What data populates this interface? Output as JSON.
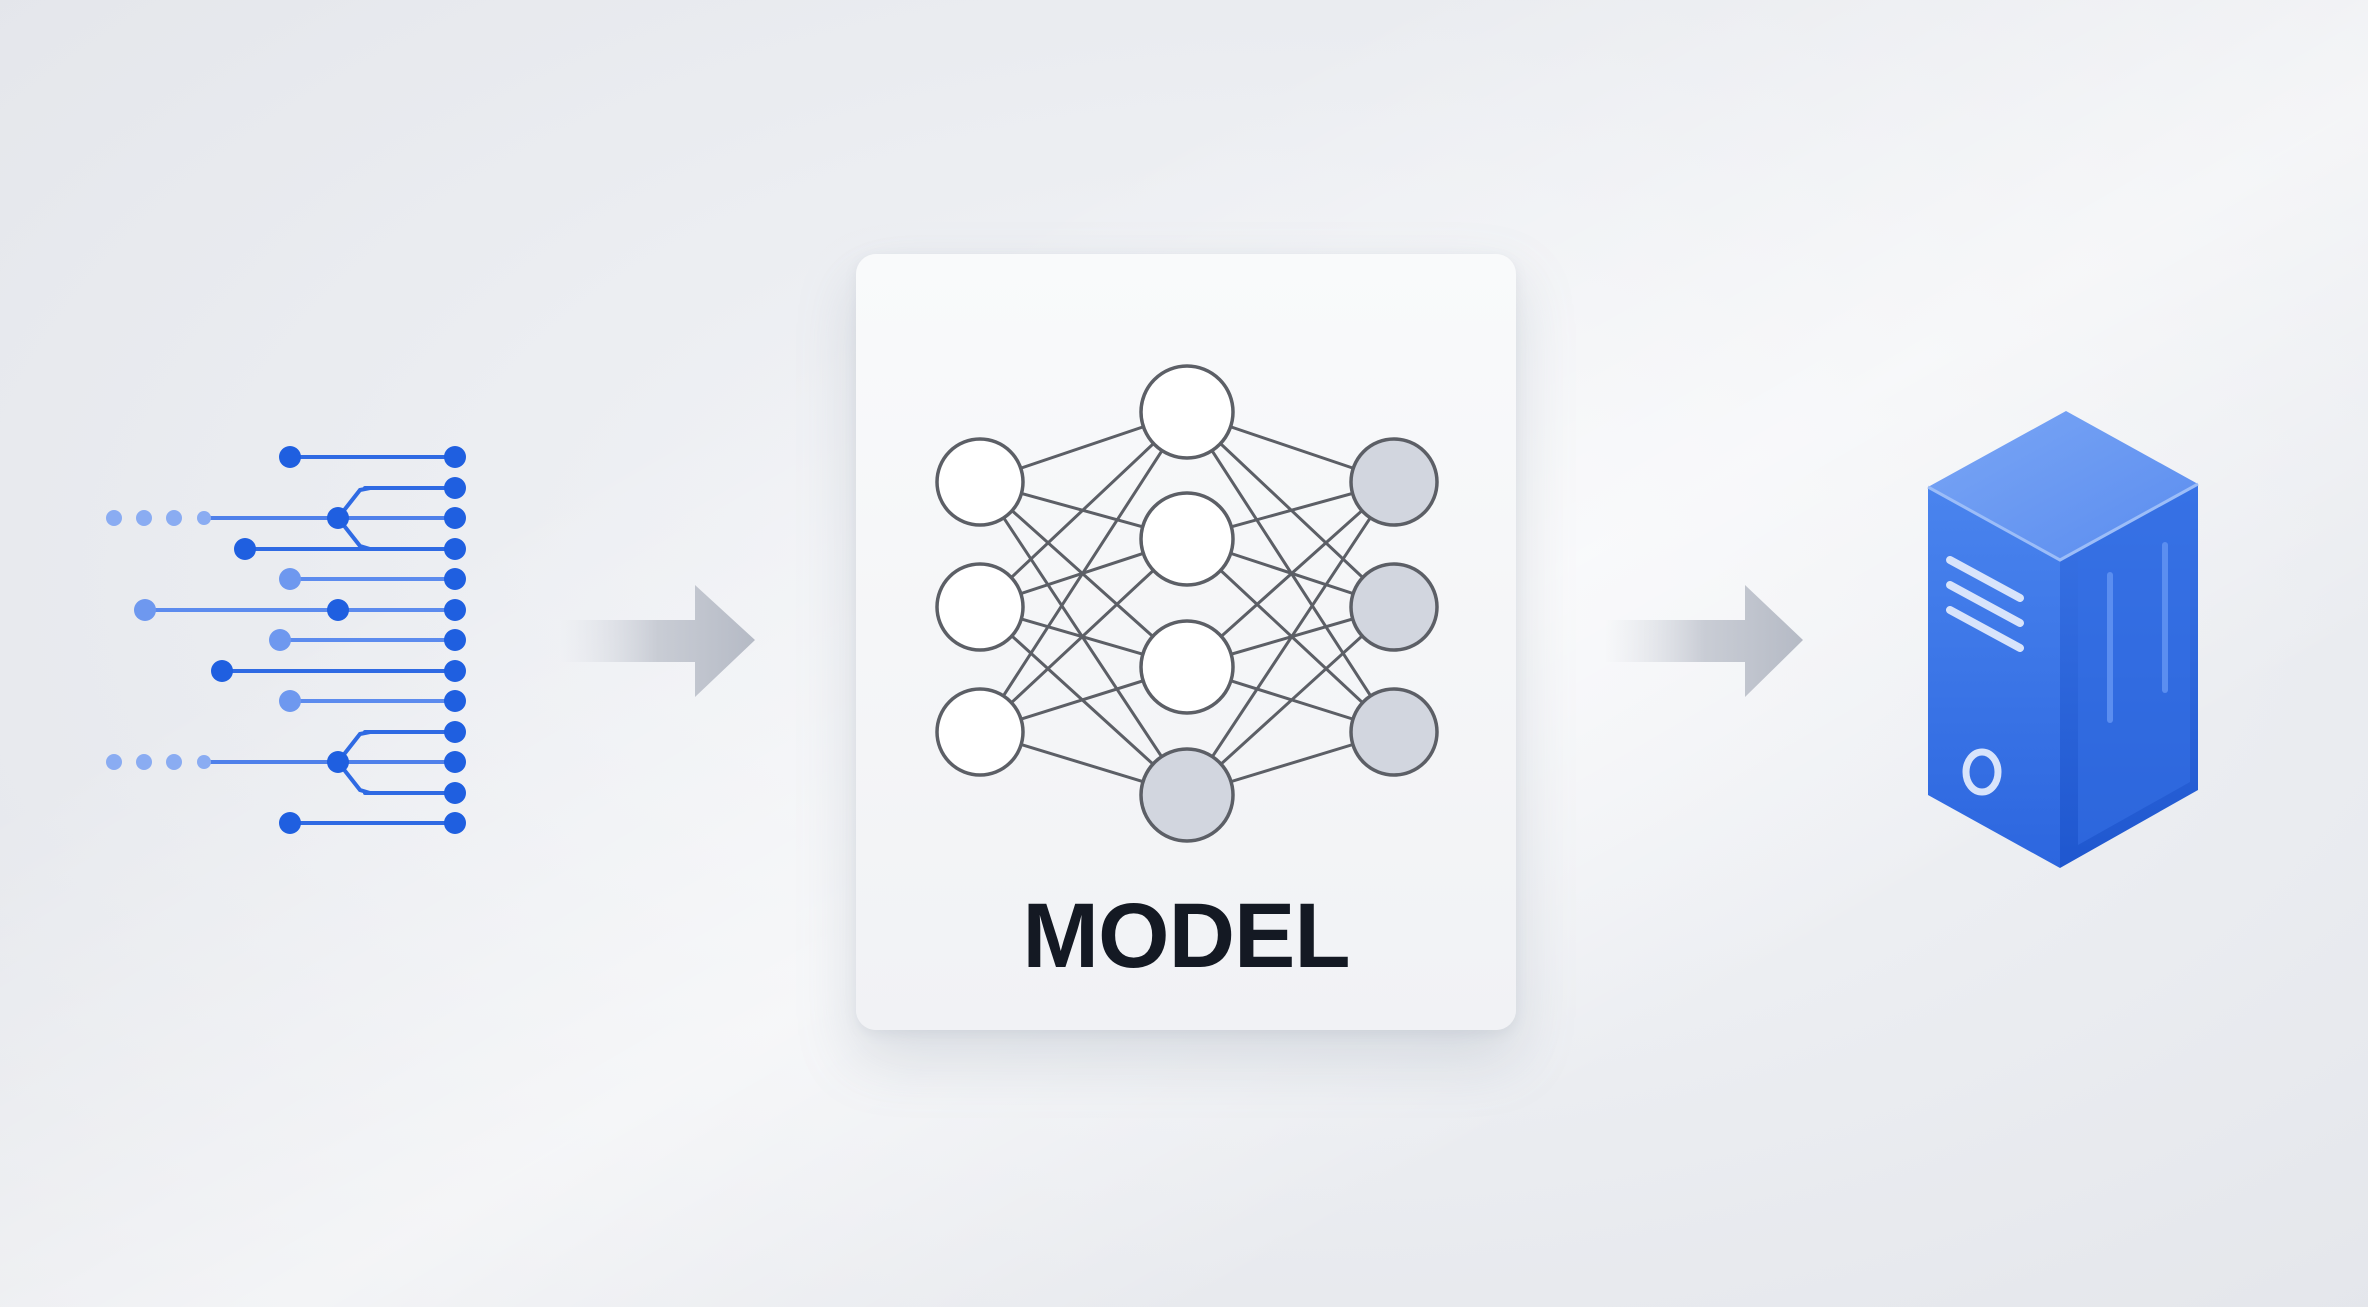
{
  "model_card": {
    "title": "MODEL"
  },
  "network": {
    "layers": [
      {
        "nodes": 3,
        "filled": "none"
      },
      {
        "nodes": 4,
        "filled": "last"
      },
      {
        "nodes": 3,
        "filled": "all"
      }
    ]
  },
  "icons": {
    "input": "data-streams-icon",
    "arrow_1": "arrow-right-icon",
    "arrow_2": "arrow-right-icon",
    "output": "server-tower-icon"
  },
  "colors": {
    "accent_blue": "#2f6ae3",
    "light_blue": "#6b96ee",
    "node_fill_gray": "#d2d6df",
    "node_stroke": "#5c5f66",
    "arrow": "#b8bcc6",
    "title": "#141923"
  }
}
